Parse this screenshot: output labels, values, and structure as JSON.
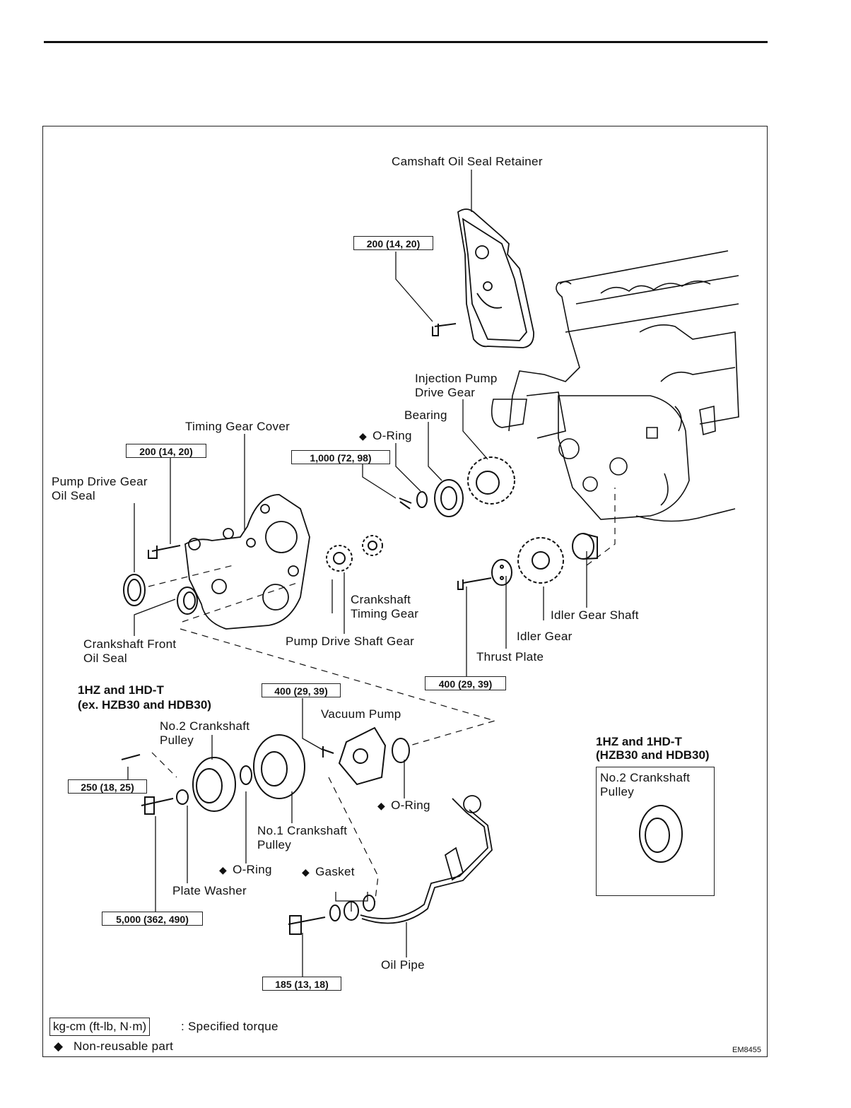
{
  "labels": {
    "camshaft_retainer": "Camshaft Oil Seal Retainer",
    "injection_pump_gear_1": "Injection Pump",
    "injection_pump_gear_2": "Drive Gear",
    "bearing": "Bearing",
    "oring_top": "O-Ring",
    "timing_gear_cover": "Timing Gear Cover",
    "pump_drive_seal_1": "Pump Drive Gear",
    "pump_drive_seal_2": "Oil Seal",
    "crank_timing_gear_1": "Crankshaft",
    "crank_timing_gear_2": "Timing Gear",
    "crank_front_seal_1": "Crankshaft Front",
    "crank_front_seal_2": "Oil Seal",
    "pump_drive_shaft_gear": "Pump Drive Shaft Gear",
    "idler_gear_shaft": "Idler Gear Shaft",
    "idler_gear": "Idler Gear",
    "thrust_plate": "Thrust Plate",
    "vacuum_pump": "Vacuum Pump",
    "no2_pulley_1": "No.2 Crankshaft",
    "no2_pulley_2": "Pulley",
    "no1_pulley_1": "No.1 Crankshaft",
    "no1_pulley_2": "Pulley",
    "oring_vac": "O-Ring",
    "oring_pulley": "O-Ring",
    "gasket": "Gasket",
    "plate_washer": "Plate Washer",
    "oil_pipe": "Oil Pipe"
  },
  "torques": {
    "t_retainer": "200 (14, 20)",
    "t_cover": "200 (14, 20)",
    "t_oring": "1,000 (72, 98)",
    "t_idler": "400 (29, 39)",
    "t_vac": "400 (29, 39)",
    "t_pulley_bolt": "250 (18, 25)",
    "t_crank_bolt": "5,000 (362, 490)",
    "t_oilpipe": "185 (13, 18)"
  },
  "headings": {
    "variant_a_1": "1HZ and 1HD-T",
    "variant_a_2": "(ex. HZB30 and HDB30)",
    "variant_b_1": "1HZ and 1HD-T",
    "variant_b_2": "(HZB30 and HDB30)"
  },
  "inset": {
    "label_1": "No.2 Crankshaft",
    "label_2": "Pulley"
  },
  "legend": {
    "torque_unit": "kg-cm (ft-lb, N·m)",
    "torque_desc": ":  Specified torque",
    "nonreusable": "Non-reusable part"
  },
  "figure_code": "EM8455"
}
